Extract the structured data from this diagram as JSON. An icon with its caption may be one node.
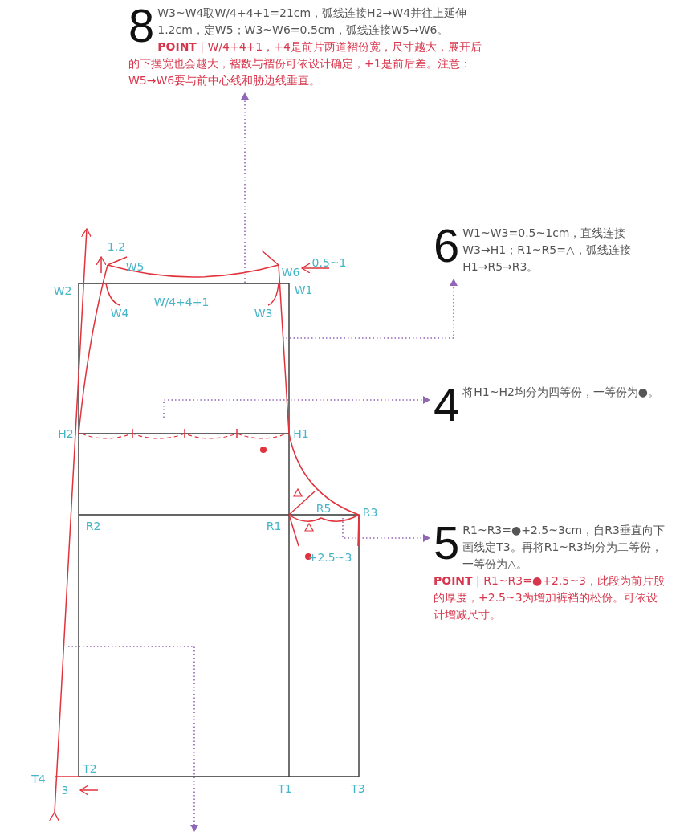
{
  "diagram": {
    "nodes": [
      {
        "text": [
          "8",
          "W3~W4取W/4+4+1=21cm，弧线连接H2→W4并往上延伸1.2cm，定W5；W3~W6=0.5cm，弧线连接W5→W6。",
          "**POINT** | W/4+4+1，+4是前片两道褶份宽，尺寸越大，展开后的下摆宽也会越大，褶数与褶份可依设计确定，+1是前后差。注意：W5→W6要与前中心线和胁边线垂直。"
        ]
      },
      {
        "text": [
          "6",
          "W1~W3=0.5~1cm，直线连接W3→H1；R1~R5=△，弧线连接H1→R5→R3。"
        ]
      },
      {
        "text": [
          "4",
          "将H1~H2均分为四等份，一等份为●。"
        ]
      },
      {
        "text": [
          "5",
          "R1~R3=●+2.5~3cm，自R3垂直向下画线定T3。再将R1~R3均分为二等份，一等份为△。",
          "**POINT** | R1~R3=●+2.5~3，此段为前片股的厚度，+2.5~3为增加裤裆的松份。可依设计增减尺寸。"
        ]
      }
    ],
    "edges": [
      {
        "from": null,
        "to": 0,
        "arrow": "to",
        "style": "dashed"
      },
      {
        "from": null,
        "to": 1,
        "arrow": "to",
        "style": "dashed"
      },
      {
        "from": null,
        "to": 2,
        "arrow": "to",
        "style": "dashed"
      },
      {
        "from": null,
        "to": 3,
        "arrow": "to",
        "style": "dashed"
      }
    ],
    "labels": [
      "1.2",
      "W5",
      "W6",
      "0.5~1",
      "W2",
      "W1",
      "W/4+4+1",
      "W4",
      "W3",
      "H2",
      "H1",
      "R5",
      "R2",
      "R1",
      "R3",
      "+2.5~3",
      "T2",
      "T4",
      "3",
      "T1",
      "T3"
    ]
  }
}
